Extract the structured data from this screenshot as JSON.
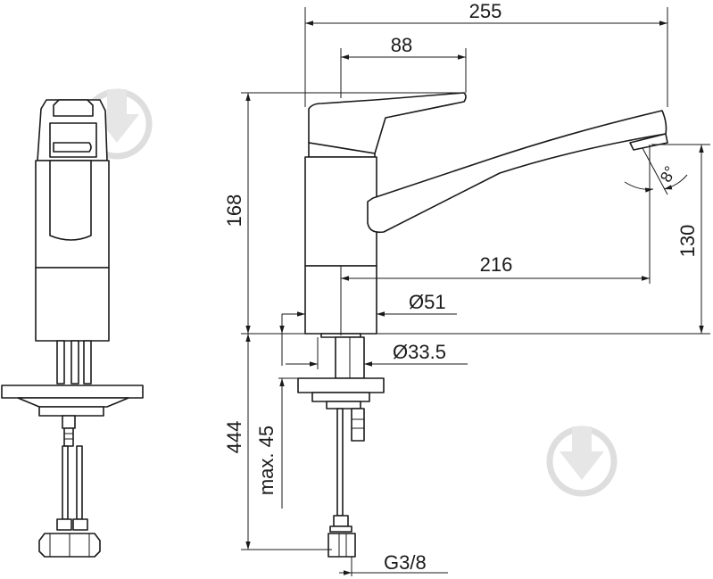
{
  "dimensions": {
    "total_width": "255",
    "lever_offset": "88",
    "height": "168",
    "spout_height": "130",
    "reach": "216",
    "body_diameter": "Ø51",
    "shank_diameter": "Ø33.5",
    "total_depth": "444",
    "max_thickness": "max. 45",
    "thread": "G3/8",
    "spout_angle": "8°"
  },
  "icons": [
    "watermark-icon",
    "watermark-icon"
  ]
}
